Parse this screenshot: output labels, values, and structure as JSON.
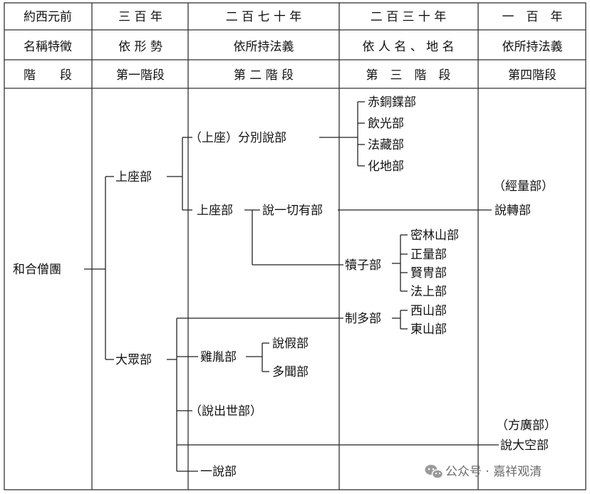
{
  "table": {
    "col_headers": [
      [
        "約西元前",
        "名稱特徵",
        "階　　段"
      ],
      [
        "三 百 年",
        "依 形 勢",
        "第一階段"
      ],
      [
        "二 百 七 十 年",
        "依所持法義",
        "第 二 階 段"
      ],
      [
        "二 百 三 十 年",
        "依 人 名 、 地 名",
        "第　三　階　段"
      ],
      [
        "一　百　年",
        "依所持法義",
        "第四階段"
      ]
    ]
  },
  "nodes": {
    "root": "和合僧團",
    "sthavira": "上座部",
    "mahasanghika": "大眾部",
    "vibhajyavada": "（上座）分別說部",
    "sthavira2": "上座部",
    "sarvastivada": "說一切有部",
    "tamrasatiya": "赤銅鍱部",
    "kasyapiya": "飲光部",
    "dharmaguptaka": "法藏部",
    "mahisasaka": "化地部",
    "sautrantika_note": "（經量部）",
    "sautrantika": "說轉部",
    "vatsiputriya": "犢子部",
    "channagirika": "密林山部",
    "sammatiya": "正量部",
    "bhadrayaniya": "賢冑部",
    "dharmottariya": "法上部",
    "caitika": "制多部",
    "aparasaila": "西山部",
    "uttarasaila": "東山部",
    "kukkutika": "雞胤部",
    "prajnaptivada": "說假部",
    "bahusrutiya": "多聞部",
    "lokottaravada": "（說出世部）",
    "vaipulya_note": "（方廣部）",
    "sunyavada": "說大空部",
    "ekavyavaharika": "一說部"
  },
  "watermark": "公众号 · 嘉祥观清"
}
